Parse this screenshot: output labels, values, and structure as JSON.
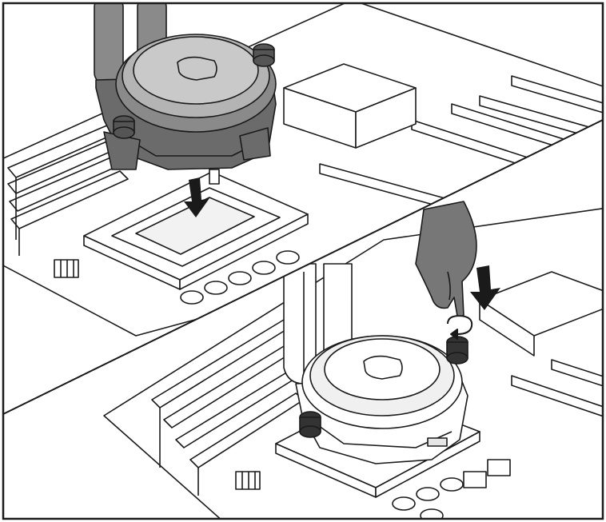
{
  "figure": {
    "kind": "installation-diagram",
    "panels": [
      {
        "id": "top",
        "step": "lower-pump-onto-cpu-socket"
      },
      {
        "id": "bottom",
        "step": "hand-tighten-thumbscrews"
      }
    ],
    "colors": {
      "line": "#1a1a1a",
      "board": "#ffffff",
      "pump_dark": "#6b6b6b",
      "pump_mid": "#8a8a8a",
      "pump_light": "#b4b4b4",
      "pump_top": "#c9c9c9",
      "hand": "#777777",
      "arrow": "#1a1a1a",
      "frame": "#1a1a1a"
    },
    "icons": [
      "down-arrow-icon",
      "rotation-arrow-icon",
      "thumbscrew-icon",
      "hand-icon"
    ]
  }
}
